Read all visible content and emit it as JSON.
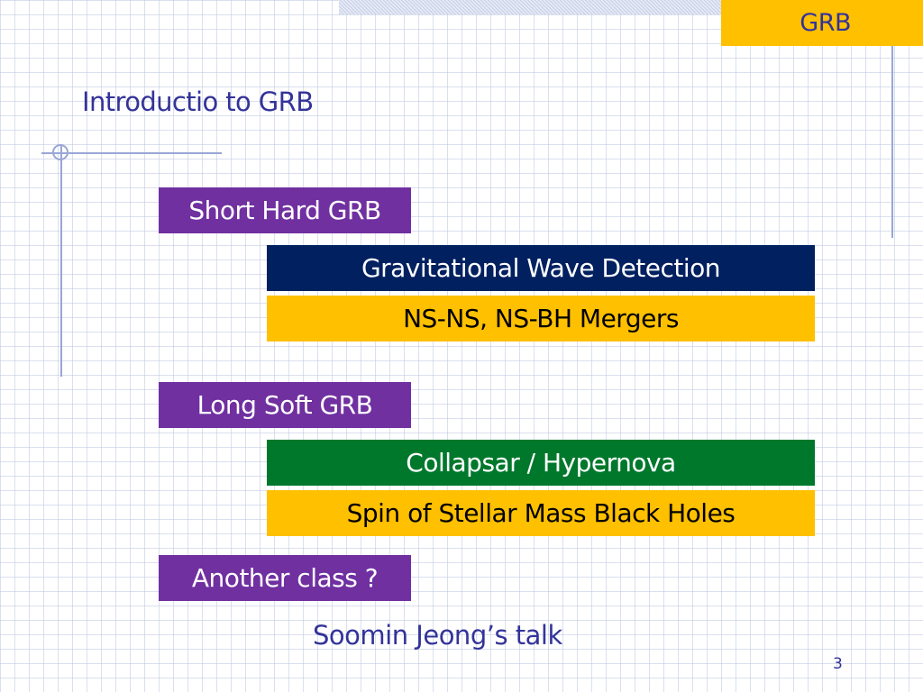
{
  "header": {
    "tab_label": "GRB"
  },
  "slide": {
    "title": "Introductio to GRB",
    "page_number": "3",
    "footer_note": "Soomin Jeong’s talk"
  },
  "categories": [
    {
      "label": "Short Hard GRB",
      "details": [
        "Gravitational Wave Detection",
        "NS-NS, NS-BH Mergers"
      ]
    },
    {
      "label": "Long Soft GRB",
      "details": [
        "Collapsar / Hypernova",
        "Spin of Stellar Mass Black Holes"
      ]
    },
    {
      "label": "Another class ?",
      "details": []
    }
  ],
  "colors": {
    "accent_gold": "#ffc000",
    "category_purple": "#7030a0",
    "detail_navy": "#002060",
    "detail_green": "#00782c",
    "text_blue": "#333399",
    "grid_line": "#bec6e1"
  }
}
